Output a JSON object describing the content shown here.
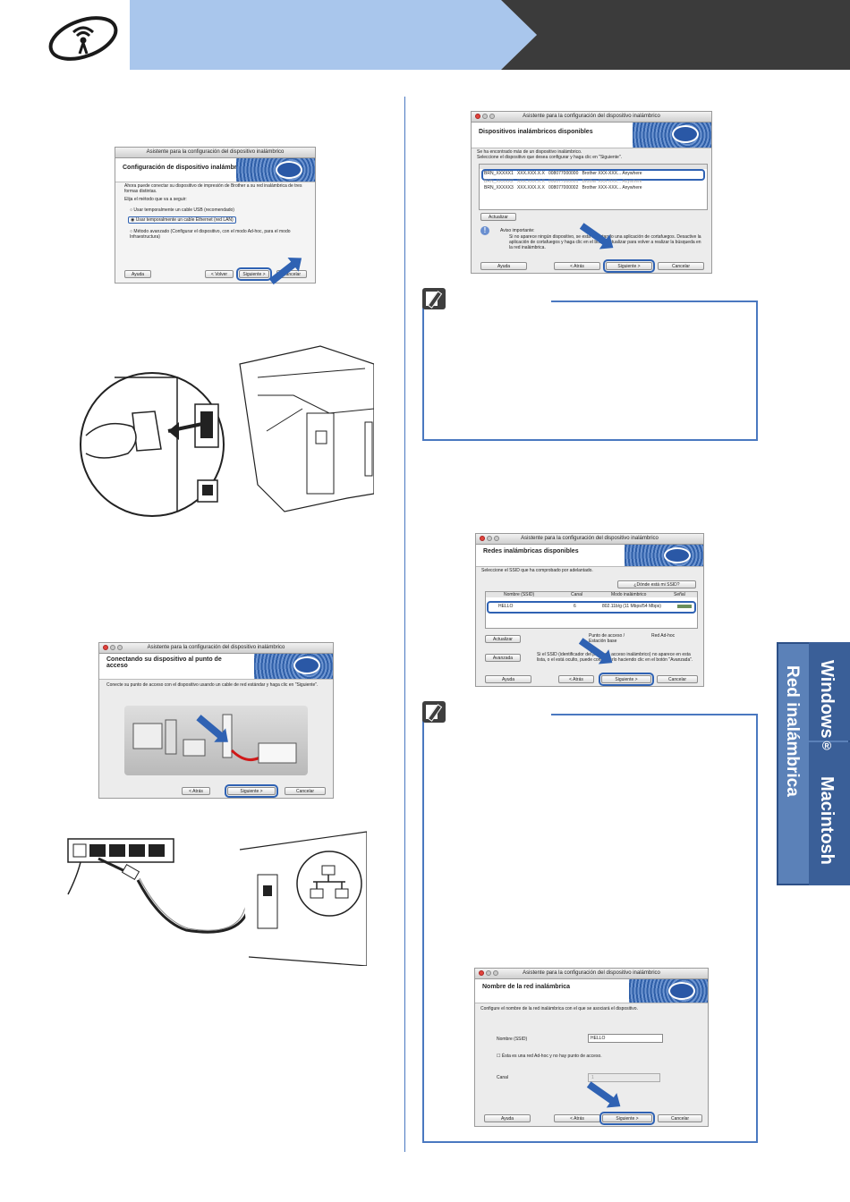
{
  "header": {
    "logo_icon": "wireless-logo-icon",
    "accent_light": "#a9c6ec",
    "accent_dark": "#3b3b3b"
  },
  "side_tab": {
    "windows": "Windows",
    "windows_reg": "®",
    "macintosh": "Macintosh",
    "network": "Red inalámbrica"
  },
  "dialog1": {
    "window_title": "Asistente para la configuración del dispositivo inalámbrico",
    "heading": "Configuración de dispositivo inalámbrico",
    "intro": "Ahora puede conectar su dispositivo de impresión de Brother a su red inalámbrica de tres formas distintas.",
    "prompt": "Elija el método que va a seguir:",
    "options": [
      "Usar temporalmente un cable USB (recomendado)",
      "Usar temporalmente un cable Ethernet (red LAN)",
      "Método avanzado (Configurar el dispositivo, con el modo Ad-hoc, para el modo Infraestructura)"
    ],
    "buttons": {
      "help": "Ayuda",
      "back": "< Volver",
      "next": "Siguiente >",
      "cancel": "Cancelar"
    }
  },
  "dialog2": {
    "window_title": "Asistente para la configuración del dispositivo inalámbrico",
    "heading": "Dispositivos inalámbricos disponibles",
    "intro1": "Se ha encontrado más de un dispositivo inalámbrico.",
    "intro2": "Seleccione el dispositivo que desea configurar y haga clic en \"Siguiente\".",
    "rows": [
      {
        "name": "BRN_XXXXX1",
        "ip": "XXX.XXX.X.X",
        "mac": "008077000000",
        "model": "Brother XXX-XXX...",
        "loc": "Anywhere"
      },
      {
        "name": "BRN_XXXXX2",
        "ip": "XXX.XXX.X.X",
        "mac": "008077000001",
        "model": "Brother XXX-XXX...",
        "loc": "Anywhere"
      },
      {
        "name": "BRN_XXXXX3",
        "ip": "XXX.XXX.X.X",
        "mac": "008077000002",
        "model": "Brother XXX-XXX...",
        "loc": "Anywhere"
      }
    ],
    "refresh": "Actualizar",
    "warn_title": "Aviso importante:",
    "warn_body": "Si no aparece ningún dispositivo, se está ejecutando una aplicación de cortafuegos. Desactive la aplicación de cortafuegos y haga clic en el botón Actualizar para volver a realizar la búsqueda en la red inalámbrica.",
    "buttons": {
      "help": "Ayuda",
      "back": "< Atrás",
      "next": "Siguiente >",
      "cancel": "Cancelar"
    }
  },
  "dialog3": {
    "window_title": "Asistente para la configuración del dispositivo inalámbrico",
    "heading": "Conectando su dispositivo al punto de acceso",
    "intro": "Conecte su punto de acceso con el dispositivo usando un cable de red estándar y haga clic en \"Siguiente\".",
    "buttons": {
      "back": "< Atrás",
      "next": "Siguiente >",
      "cancel": "Cancelar"
    }
  },
  "dialog4": {
    "window_title": "Asistente para la configuración del dispositivo inalámbrico",
    "heading": "Redes inalámbricas disponibles",
    "intro": "Seleccione el SSID que ha comprobado por adelantado.",
    "where_btn": "¿Dónde está mi SSID?",
    "cols": [
      "Nombre (SSID)",
      "Canal",
      "Modo inalámbrico",
      "Señal"
    ],
    "row": {
      "name": "HELLO",
      "channel": "6",
      "mode": "802.11b/g (11 Mbps/54 Mbps)"
    },
    "refresh": "Actualizar",
    "legend_ap": "Punto de acceso / Estación base",
    "legend_adhoc": "Red Ad-hoc",
    "advanced": "Avanzada",
    "advanced_note": "Si el SSID (identificador del punto de acceso inalámbrico) no aparece en esta lista, o el está oculto, puede configurarlo haciendo clic en el botón \"Avanzada\".",
    "buttons": {
      "help": "Ayuda",
      "back": "< Atrás",
      "next": "Siguiente >",
      "cancel": "Cancelar"
    }
  },
  "dialog5": {
    "window_title": "Asistente para la configuración del dispositivo inalámbrico",
    "heading": "Nombre de la red inalámbrica",
    "intro": "Configure el nombre de la red inalámbrica con el que se asociará el dispositivo.",
    "ssid_label": "Nombre (SSID)",
    "ssid_value": "HELLO",
    "adhoc_label": "Ésta es una red Ad-hoc y no hay punto de acceso.",
    "channel_label": "Canal",
    "channel_value": "1",
    "buttons": {
      "help": "Ayuda",
      "back": "< Atrás",
      "next": "Siguiente >",
      "cancel": "Cancelar"
    }
  }
}
